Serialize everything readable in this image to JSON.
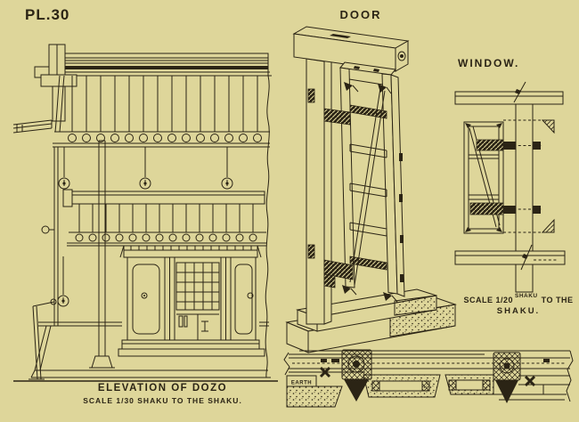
{
  "page": {
    "plate_number": "PL.30",
    "paper_color": "#ded69a",
    "ink_color": "#2b2415"
  },
  "figures": {
    "elevation": {
      "caption": "ELEVATION OF DOZO",
      "scale_note": "SCALE 1/30 SHAKU TO THE SHAKU."
    },
    "door": {
      "label": "DOOR"
    },
    "window": {
      "label": "WINDOW.",
      "scale_prefix": "SCALE 1/20",
      "scale_superscript": "SHAKU",
      "scale_middle": "TO THE",
      "scale_line2": "SHAKU."
    },
    "section": {
      "earth_label": "EARTH"
    }
  }
}
